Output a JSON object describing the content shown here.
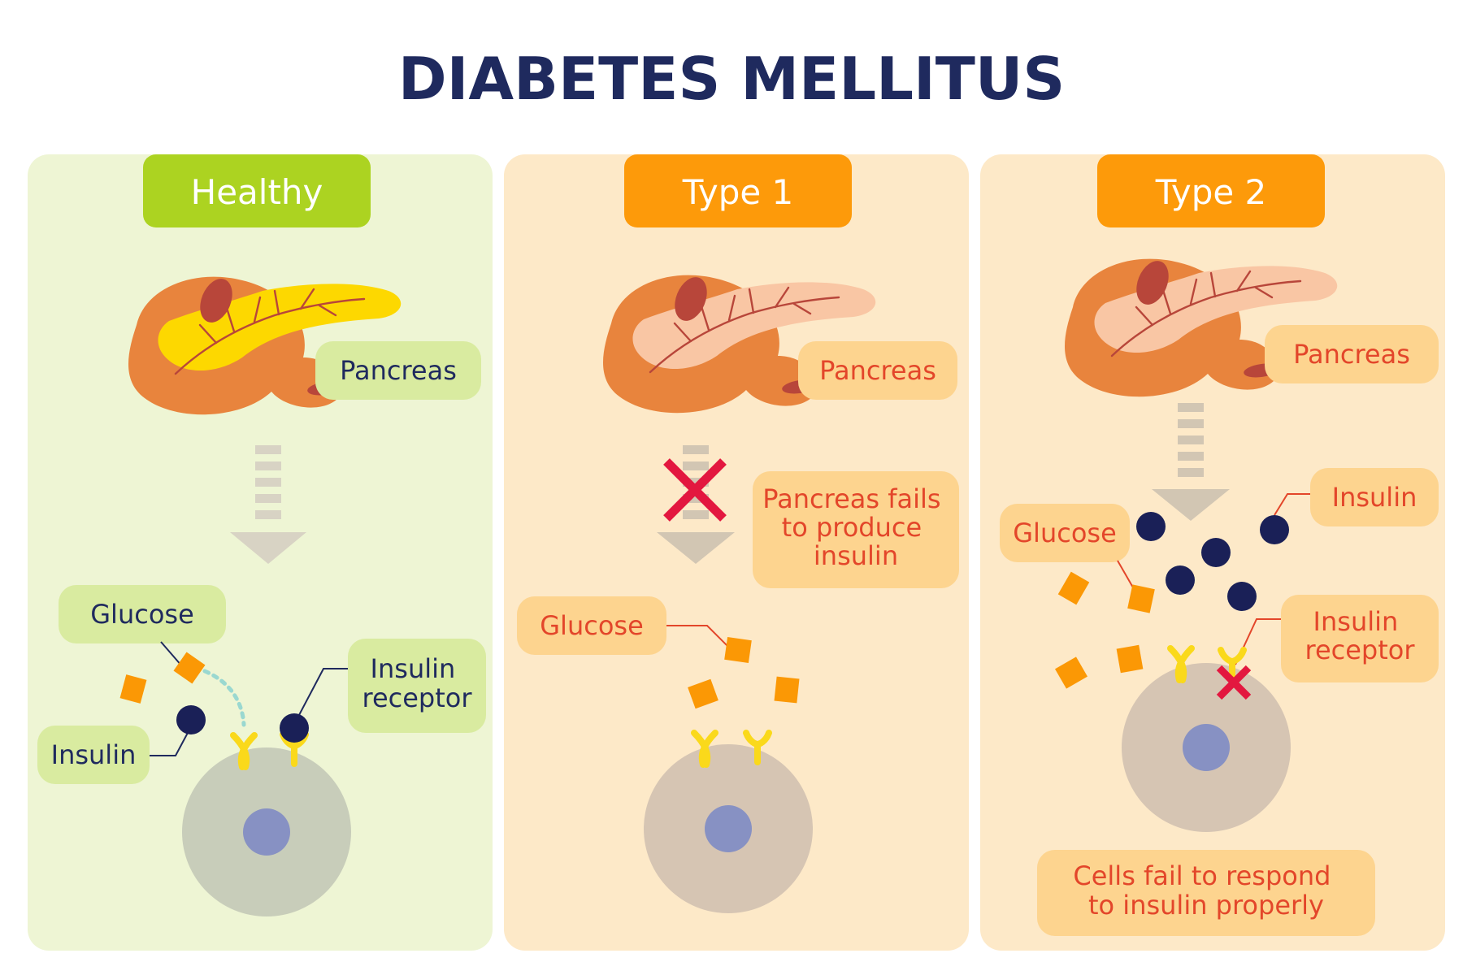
{
  "title": "DIABETES MELLITUS",
  "colors": {
    "title": "#1f2a5e",
    "healthy_panel_bg": "#eef5d4",
    "healthy_tab": "#acd321",
    "healthy_label_bg": "#d9eba0",
    "healthy_label_text": "#1f2a5e",
    "type_panel_bg": "#fde9c8",
    "type_tab": "#fd9a0a",
    "type_label_bg": "#fdd48f",
    "type_label_text": "#e3462a",
    "pancreas_outer": "#e8843d",
    "pancreas_duct": "#b8463a",
    "pancreas_tail_healthy": "#fdd800",
    "pancreas_tail_faded": "#f9c6a4",
    "arrow_gray": "#d8d3c4",
    "arrow_gray_type": "#d2c6b3",
    "glucose": "#fb9805",
    "insulin": "#1a2057",
    "receptor": "#fad91b",
    "cross": "#e3173f",
    "cell_healthy": "#c8cdba",
    "cell_type": "#d6c5b3",
    "nucleus": "#8791c3",
    "dotted_path": "#9ad8d0"
  },
  "panels": [
    {
      "id": "healthy",
      "tab_label": "Healthy",
      "labels": {
        "pancreas": "Pancreas",
        "glucose": "Glucose",
        "insulin": "Insulin",
        "insulin_receptor": [
          "Insulin",
          "receptor"
        ]
      },
      "icons": [
        "pancreas-icon",
        "down-arrow-icon",
        "glucose-icon",
        "insulin-icon",
        "receptor-icon",
        "cell-icon"
      ]
    },
    {
      "id": "type1",
      "tab_label": "Type 1",
      "labels": {
        "pancreas": "Pancreas",
        "failure_note": [
          "Pancreas fails",
          "to produce",
          "insulin"
        ],
        "glucose": "Glucose"
      },
      "icons": [
        "pancreas-icon",
        "down-arrow-icon",
        "cross-icon",
        "glucose-icon",
        "receptor-icon",
        "cell-icon"
      ]
    },
    {
      "id": "type2",
      "tab_label": "Type 2",
      "labels": {
        "pancreas": "Pancreas",
        "glucose": "Glucose",
        "insulin": "Insulin",
        "insulin_receptor": [
          "Insulin",
          "receptor"
        ],
        "response_note": [
          "Cells fail to respond",
          "to insulin properly"
        ]
      },
      "icons": [
        "pancreas-icon",
        "down-arrow-icon",
        "glucose-icon",
        "insulin-icon",
        "receptor-icon",
        "cross-icon",
        "cell-icon"
      ]
    }
  ]
}
